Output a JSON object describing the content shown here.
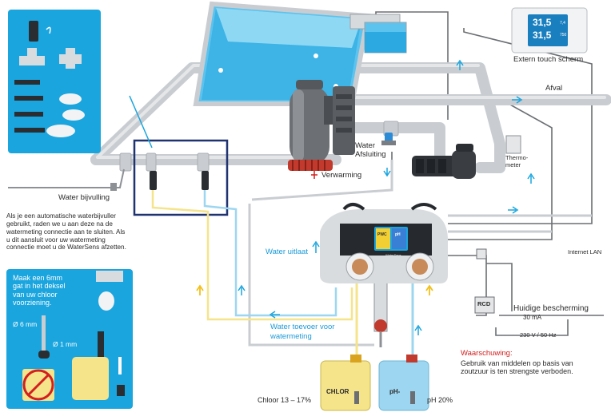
{
  "labels": {
    "extern_touch": "Extern touch scherm",
    "afval": "Afval",
    "water_afsluiting_1": "Water",
    "water_afsluiting_2": "Afsluiting",
    "thermometer_1": "Thermo-",
    "thermometer_2": "meter",
    "verwarming": "Verwarming",
    "water_bijvulling": "Water bijvulling",
    "water_uitlaat": "Water uitlaat",
    "internet_lan": "Internet LAN",
    "rcd": "RCD",
    "huidige_bescherming": "Huidige bescherming",
    "ma": "30 mA",
    "voltage": "230 V / 50 Hz",
    "water_toevoer_1": "Water toevoer voor",
    "water_toevoer_2": "watermeting",
    "waarschuwing_title": "Waarschuwing:",
    "waarschuwing_text": "Gebruik van middelen op basis van zoutzuur is ten strengste verboden.",
    "chloor_label": "Chloor 13 – 17%",
    "ph_label": "pH 20%",
    "chlor_can": "CHLOR",
    "ph_can": "pH-",
    "watersens": "WaterSens"
  },
  "display": {
    "temp1": "31,5",
    "temp2": "31,5",
    "small1": "7,4",
    "small2": "750",
    "pwc": "PWC",
    "phbadge": "pH"
  },
  "info_text": "Als je een automatische waterbijvuller gebruikt, raden we u aan deze na de watermeting connectie aan te sluiten. Als u dit aansluit voor uw watermeting connectie moet u de WaterSens afzetten.",
  "panel_bottom": {
    "instruction": "Maak een 6mm gat in het deksel van uw chloor voorziening.",
    "size1": "Ø 6 mm",
    "size2": "Ø 1 mm"
  },
  "colors": {
    "accent_blue": "#1aa5de",
    "pipe_grey": "#c9cdd1",
    "chlor_yellow": "#f5e48a",
    "ph_blue": "#9dd6f0",
    "warning_red": "#d21f1f",
    "frame_navy": "#1f3370"
  }
}
